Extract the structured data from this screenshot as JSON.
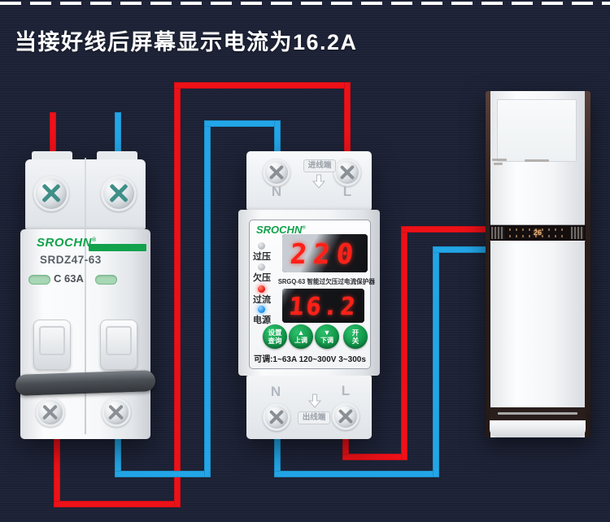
{
  "header": {
    "title": "当接好线后屏幕显示电流为16.2A"
  },
  "breaker": {
    "brand": "SROCHN",
    "brand_reg": "®",
    "model": "SRDZ47-63",
    "rating": "C 63A"
  },
  "protector": {
    "brand": "SROCHN",
    "brand_reg": "®",
    "inlet_label": "进线端",
    "outlet_label": "出线端",
    "terminal_n": "N",
    "terminal_l": "L",
    "voltage_display": "220",
    "current_display": "16.2",
    "model_line": "SRGQ-63 智能过欠压过电流保护器",
    "leds": {
      "overvoltage": "过压",
      "undervoltage": "欠压",
      "overcurrent": "过流",
      "power": "电源"
    },
    "buttons": {
      "set": {
        "line1": "设置",
        "line2": "查询"
      },
      "up": {
        "icon": "▲",
        "label": "上调"
      },
      "down": {
        "icon": "▼",
        "label": "下调"
      },
      "power": {
        "line1": "开",
        "line2": "关"
      }
    },
    "range_line": "可调:1~63A 120~300V 3~300s"
  },
  "ac": {
    "display_value": "26"
  },
  "colors": {
    "background": "#1d2237",
    "wire_live": "#ee1118",
    "wire_neutral": "#22a6e8",
    "brand_green": "#12a24c",
    "digit_red": "#ff2018"
  }
}
